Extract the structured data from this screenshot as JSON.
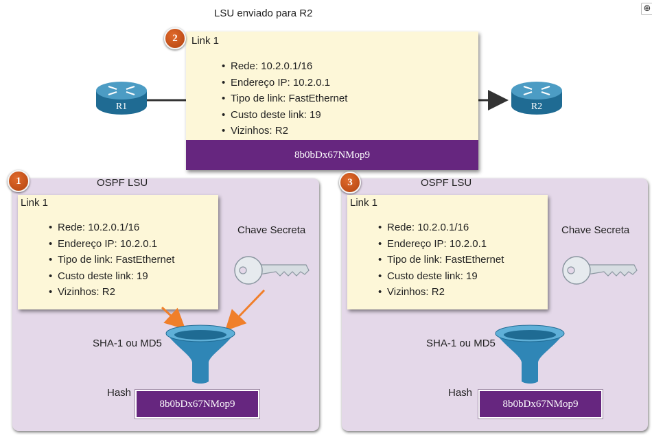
{
  "title": "LSU enviado para R2",
  "zoom_icon": "zoom-in-icon",
  "routers": {
    "r1": "R1",
    "r2": "R2"
  },
  "sent_lsu": {
    "step": "2",
    "link_label": "Link 1",
    "items": [
      "Rede: 10.2.0.1/16",
      "Endereço IP: 10.2.0.1",
      "Tipo de link: FastEthernet",
      "Custo deste link: 19",
      "Vizinhos: R2"
    ],
    "hash": "8b0bDx67NMop9"
  },
  "panels": [
    {
      "step": "1",
      "title": "OSPF LSU",
      "link_label": "Link 1",
      "items": [
        "Rede: 10.2.0.1/16",
        "Endereço IP: 10.2.0.1",
        "Tipo de link: FastEthernet",
        "Custo deste link: 19",
        "Vizinhos: R2"
      ],
      "key_label": "Chave Secreta",
      "algorithm_label": "SHA-1 ou MD5",
      "hash_label": "Hash",
      "hash": "8b0bDx67NMop9"
    },
    {
      "step": "3",
      "title": "OSPF LSU",
      "link_label": "Link 1",
      "items": [
        "Rede: 10.2.0.1/16",
        "Endereço IP: 10.2.0.1",
        "Tipo de link: FastEthernet",
        "Custo deste link: 19",
        "Vizinhos: R2"
      ],
      "key_label": "Chave Secreta",
      "algorithm_label": "SHA-1 ou MD5",
      "hash_label": "Hash",
      "hash": "8b0bDx67NMop9"
    }
  ],
  "colors": {
    "note": "#fdf7d8",
    "hash_bar": "#66267f",
    "panel": "#e4d8e9",
    "badge": "#c8501a",
    "arrow": "#f07f2a",
    "router": "#2f7fa8"
  }
}
